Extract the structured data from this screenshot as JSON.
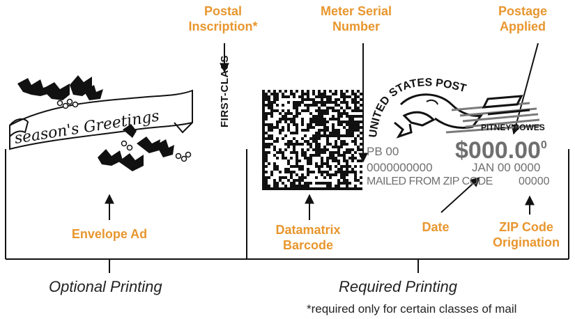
{
  "colors": {
    "label": "#e8962e",
    "ink": "#111111",
    "gray": "#6f6f6f"
  },
  "labels": {
    "postal_inscription": [
      "Postal",
      "Inscription*"
    ],
    "meter_serial_number": [
      "Meter Serial",
      "Number"
    ],
    "postage_applied": [
      "Postage",
      "Applied"
    ],
    "envelope_ad": "Envelope Ad",
    "datamatrix_barcode": [
      "Datamatrix",
      "Barcode"
    ],
    "date": "Date",
    "zip_code_origination": [
      "ZIP Code",
      "Origination"
    ]
  },
  "envelope_ad": {
    "greeting": "season's Greetings"
  },
  "inscription": "FIRST-CLASS",
  "indicia": {
    "arc_text": "UNITED STATES POSTAGE",
    "company": "PITNEY BOWES",
    "amount": "$000.00",
    "amount_sup": "0",
    "meter_prefix": "PB 00",
    "serial": "0000000000",
    "date": "JAN 00 0000",
    "mailed_from": "MAILED FROM ZIP CODE",
    "zip": "00000"
  },
  "captions": {
    "optional": "Optional Printing",
    "required": "Required Printing",
    "footnote": "*required only for certain classes of mail"
  }
}
